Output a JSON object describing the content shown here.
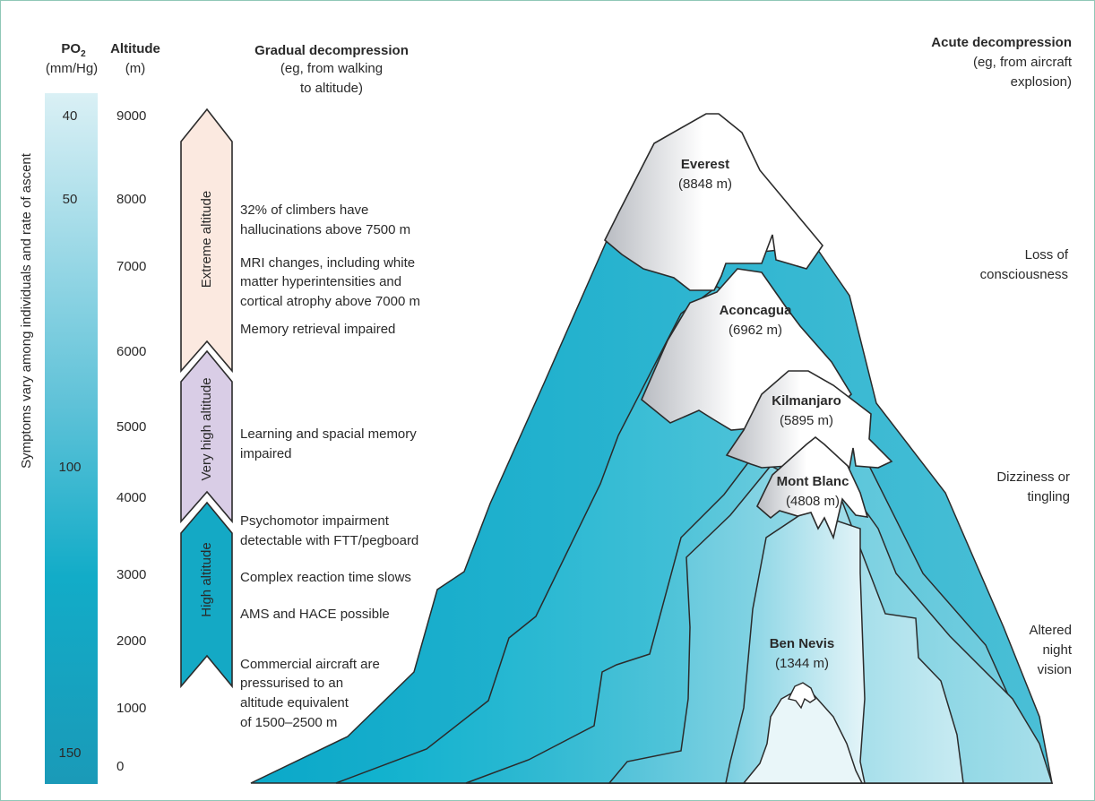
{
  "header": {
    "po2_title": "PO",
    "po2_sub": "2",
    "po2_unit": "(mm/Hg)",
    "altitude_title": "Altitude",
    "altitude_unit": "(m)",
    "gradual_title": "Gradual decompression",
    "gradual_line1": "(eg, from walking",
    "gradual_line2": "to altitude)",
    "acute_title": "Acute decompression",
    "acute_line1": "(eg, from aircraft",
    "acute_line2": "explosion)"
  },
  "po2_labels": [
    "40",
    "50",
    "100",
    "150"
  ],
  "altitude_labels": [
    "9000",
    "8000",
    "7000",
    "6000",
    "5000",
    "4000",
    "3000",
    "2000",
    "1000",
    "0"
  ],
  "side_note": "Symptoms vary among individuals and rate of ascent",
  "zones": {
    "extreme": "Extreme altitude",
    "very_high": "Very high altitude",
    "high": "High altitude"
  },
  "gradual_effects": {
    "e1_l1": "32% of climbers have",
    "e1_l2": "hallucinations above 7500 m",
    "e2_l1": "MRI changes, including white",
    "e2_l2": "matter hyperintensities and",
    "e2_l3": "cortical atrophy above 7000 m",
    "e3_l1": "Memory retrieval impaired",
    "e4_l1": "Learning and spacial memory",
    "e4_l2": "impaired",
    "e5_l1": "Psychomotor impairment",
    "e5_l2": "detectable with FTT/pegboard",
    "e6_l1": "Complex reaction time slows",
    "e7_l1": "AMS and HACE possible",
    "e8_l1": "Commercial aircraft are",
    "e8_l2": "pressurised to an",
    "e8_l3": "altitude equivalent",
    "e8_l4": "of 1500–2500 m"
  },
  "acute_effects": {
    "a1_l1": "Loss of",
    "a1_l2": "consciousness",
    "a2_l1": "Dizziness or",
    "a2_l2": "tingling",
    "a3_l1": "Altered",
    "a3_l2": "night",
    "a3_l3": "vision"
  },
  "peaks": {
    "everest_name": "Everest",
    "everest_height": "(8848 m)",
    "aconcagua_name": "Aconcagua",
    "aconcagua_height": "(6962 m)",
    "kilimanjaro_name": "Kilmanjaro",
    "kilimanjaro_height": "(5895 m)",
    "montblanc_name": "Mont Blanc",
    "montblanc_height": "(4808 m)",
    "bennevis_name": "Ben Nevis",
    "bennevis_height": "(1344 m)"
  },
  "colors": {
    "po2_bar_top": "#d8eef4",
    "po2_bar_bottom": "#1aa0bd",
    "extreme_fill": "#fbe8df",
    "very_high_fill": "#d8cce6",
    "high_fill": "#16aac6",
    "mountain_dark": "#0fb0cf",
    "mountain_light": "#dff2f7",
    "snow": "#ffffff"
  }
}
